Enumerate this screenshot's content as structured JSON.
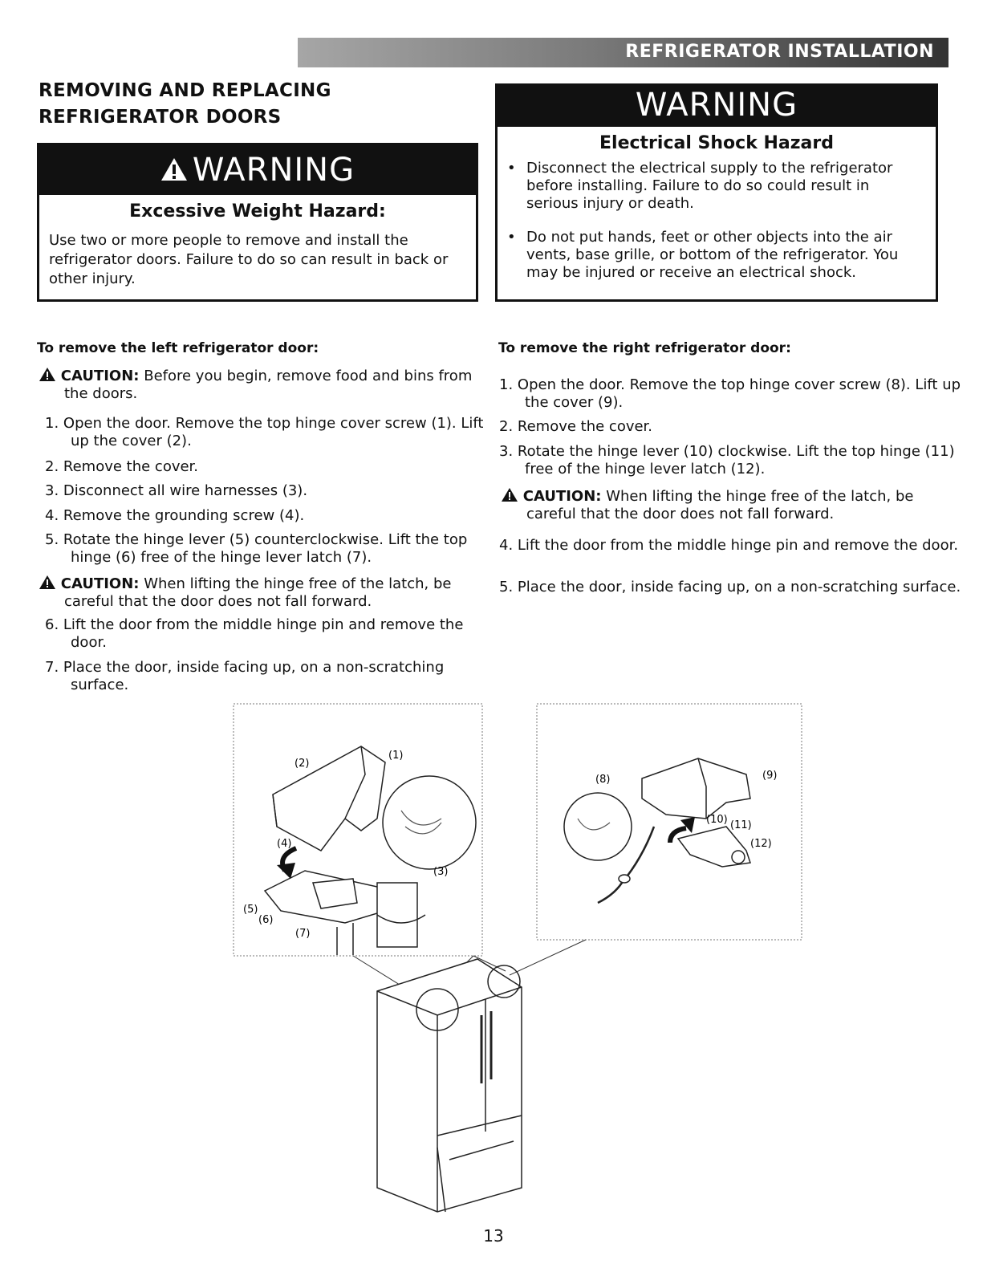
{
  "section_banner": "REFRIGERATOR INSTALLATION",
  "heading": {
    "line1": "REMOVING AND REPLACING",
    "line2": "REFRIGERATOR DOORS"
  },
  "warning_left": {
    "title": "WARNING",
    "subtitle": "Excessive Weight Hazard:",
    "body": "Use two or more people to remove and install the refrigerator doors. Failure to do so can result in back or other injury."
  },
  "warning_right": {
    "title": "WARNING",
    "subtitle": "Electrical Shock Hazard",
    "bullets": [
      "Disconnect the electrical supply to the refrigerator before installing. Failure to do so could result in serious injury or death.",
      "Do not put hands, feet or other objects into the air vents, base grille, or bottom of the refrigerator. You may be injured or receive an electrical shock."
    ]
  },
  "left_section": {
    "heading": "To remove the left refrigerator door:",
    "caution1_label": "CAUTION:",
    "caution1_text": "Before you begin, remove food and bins from the doors.",
    "steps": [
      "1. Open the door. Remove the top hinge cover screw (1). Lift up the cover (2).",
      "2. Remove the cover.",
      "3. Disconnect all wire harnesses (3).",
      "4.  Remove the grounding screw (4).",
      "5. Rotate the hinge lever (5) counterclockwise. Lift the top hinge (6) free of the hinge lever latch (7).",
      "6. Lift the door from the middle hinge pin and remove the door.",
      "7. Place the door, inside facing up, on a non-scratching surface."
    ],
    "caution2_label": "CAUTION:",
    "caution2_text": "When lifting the hinge free of the latch, be careful that the door does not fall forward."
  },
  "right_section": {
    "heading": "To remove the right refrigerator door:",
    "steps": [
      "1. Open the door. Remove the top hinge cover screw (8). Lift up the cover (9).",
      "2. Remove the cover.",
      "3. Rotate the hinge lever (10) clockwise. Lift the top hinge (11) free of the hinge lever latch (12).",
      "4. Lift the door from the middle hinge pin and remove the door.",
      "5. Place the door, inside facing up, on a non-scratching surface."
    ],
    "caution_label": "CAUTION:",
    "caution_text": "When lifting the hinge free of the latch, be careful that the door does not fall forward."
  },
  "diagram_left_labels": [
    "(1)",
    "(2)",
    "(3)",
    "(4)",
    "(5)",
    "(6)",
    "(7)"
  ],
  "diagram_right_labels": [
    "(8)",
    "(9)",
    "(10)",
    "(11)",
    "(12)"
  ],
  "page_number": "13"
}
